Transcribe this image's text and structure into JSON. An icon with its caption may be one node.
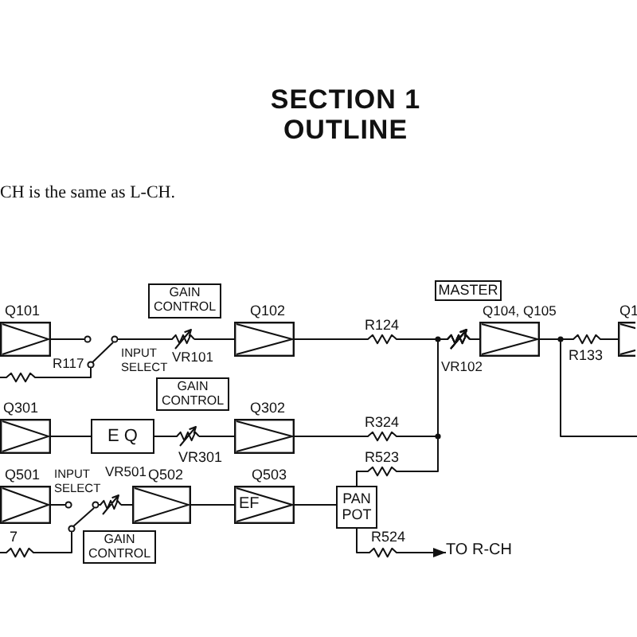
{
  "diagram": {
    "title": "SECTION 1 OUTLINE",
    "nodes": [
      {
        "text": [
          "GAIN CONTROL"
        ]
      },
      {
        "text": [
          "MASTER"
        ]
      },
      {
        "text": [
          "Q101"
        ]
      },
      {
        "text": [],
        "shape": "switch"
      },
      {
        "text": [
          "Q102"
        ]
      },
      {
        "text": [
          "Q104, Q105"
        ]
      },
      {
        "text": [
          "Q1"
        ]
      },
      {
        "text": [
          "GAIN CONTROL"
        ]
      },
      {
        "text": [
          "Q301"
        ]
      },
      {
        "text": [
          "E Q"
        ]
      },
      {
        "text": [
          "Q302"
        ]
      },
      {
        "text": [
          "Q501"
        ]
      },
      {
        "text": [],
        "shape": "switch"
      },
      {
        "text": [
          "Q502"
        ]
      },
      {
        "text": [
          "Q503",
          "EF"
        ]
      },
      {
        "text": [
          "PAN POT"
        ]
      },
      {
        "text": [
          "GAIN CONTROL"
        ]
      },
      {
        "text": [
          "TO R-CH"
        ]
      }
    ],
    "edges": [
      {
        "from": 2,
        "to": 3,
        "arrow": "none"
      },
      {
        "from": null,
        "to": 3,
        "arrow": "none"
      },
      {
        "from": 3,
        "to": 4,
        "arrow": "none"
      },
      {
        "from": 4,
        "to": 5,
        "arrow": "none"
      },
      {
        "from": 5,
        "to": 6,
        "arrow": "none"
      },
      {
        "from": 5,
        "to": null,
        "arrow": "none"
      },
      {
        "from": 8,
        "to": 9,
        "arrow": "none"
      },
      {
        "from": 9,
        "to": 10,
        "arrow": "none"
      },
      {
        "from": 10,
        "to": 5,
        "arrow": "none"
      },
      {
        "from": 11,
        "to": 12,
        "arrow": "none"
      },
      {
        "from": null,
        "to": 12,
        "arrow": "none"
      },
      {
        "from": 12,
        "to": 13,
        "arrow": "none"
      },
      {
        "from": 13,
        "to": 14,
        "arrow": "none"
      },
      {
        "from": 14,
        "to": 15,
        "arrow": "none"
      },
      {
        "from": 15,
        "to": 5,
        "arrow": "none"
      },
      {
        "from": 15,
        "to": 17,
        "arrow": "to"
      }
    ],
    "labels": [
      "CH is the same as L-CH.",
      "R124",
      "R133",
      "INPUT SELECT",
      "R117",
      "VR101",
      "VR102",
      "R324",
      "VR301",
      "R523",
      "INPUT SELECT",
      "VR501",
      "7",
      "R524"
    ]
  }
}
